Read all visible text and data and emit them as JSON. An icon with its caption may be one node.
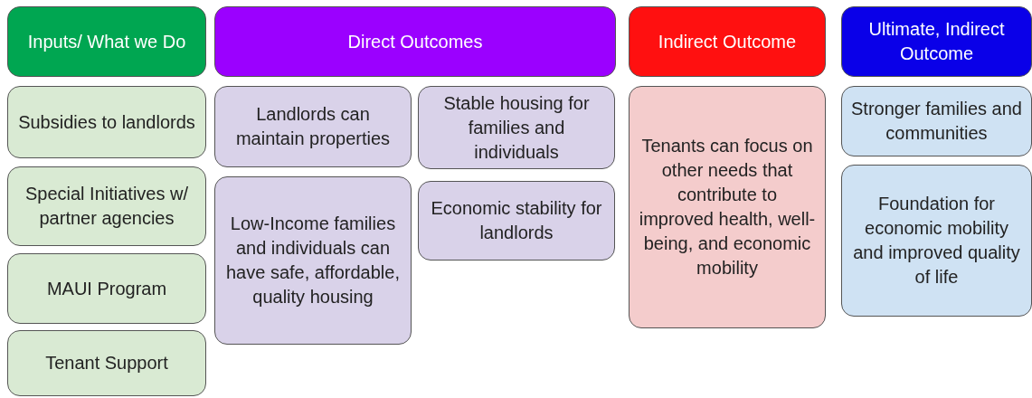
{
  "diagram": {
    "nodes": [
      {
        "text": [
          "Inputs/ What we Do"
        ]
      },
      {
        "text": [
          "Direct Outcomes"
        ]
      },
      {
        "text": [
          "Indirect Outcome"
        ]
      },
      {
        "text": [
          "Ultimate, Indirect Outcome"
        ]
      },
      {
        "text": [
          "Subsidies to landlords"
        ]
      },
      {
        "text": [
          "Special Initiatives w/ partner agencies"
        ]
      },
      {
        "text": [
          "MAUI Program"
        ]
      },
      {
        "text": [
          "Tenant Support"
        ]
      },
      {
        "text": [
          "Landlords can maintain properties"
        ]
      },
      {
        "text": [
          "Low-Income families and individuals can have safe, affordable, quality housing"
        ]
      },
      {
        "text": [
          "Stable housing for families and individuals"
        ]
      },
      {
        "text": [
          "Economic stability for landlords"
        ]
      },
      {
        "text": [
          "Tenants can focus on other needs that contribute to improved health, well-being, and economic mobility"
        ]
      },
      {
        "text": [
          "Stronger families and communities"
        ]
      },
      {
        "text": [
          "Foundation for economic mobility and improved quality of life"
        ]
      }
    ]
  }
}
